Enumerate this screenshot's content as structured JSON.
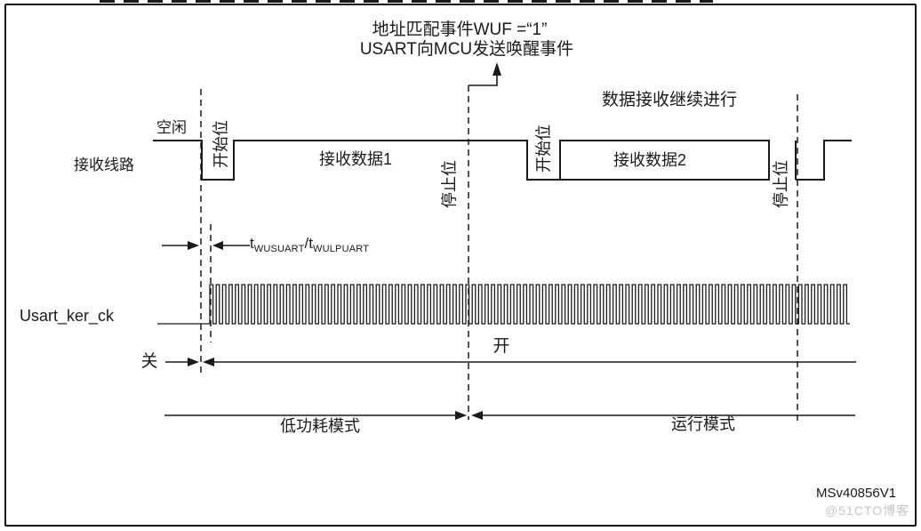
{
  "header": {
    "wakeup_line1": "地址匹配事件WUF =“1”",
    "wakeup_line2": "USART向MCU发送唤醒事件",
    "data_continue": "数据接收继续进行"
  },
  "rx_line": {
    "label": "接收线路",
    "idle_label": "空闲",
    "start_bit1_label": "开始位",
    "data1_label": "接收数据1",
    "stop_bit1_label": "停止位",
    "start_bit2_label": "开始位",
    "data2_label": "接收数据2",
    "stop_bit2_label": "停止位"
  },
  "clock_row": {
    "label": "Usart_ker_ck"
  },
  "timing_annotation": {
    "t1": "t",
    "sub1": "WUSUART",
    "t2": "/t",
    "sub2": "WULPUART"
  },
  "power_row": {
    "off_label": "关",
    "on_label": "开"
  },
  "mode_row": {
    "low_power_label": "低功耗模式",
    "run_label": "运行模式"
  },
  "footer": {
    "figure_id": "MSv40856V1",
    "watermark": "@51CTO博客"
  }
}
